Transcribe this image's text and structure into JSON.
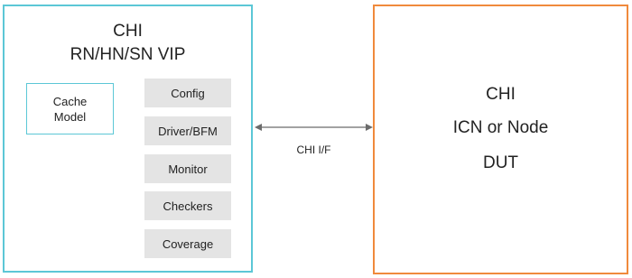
{
  "vip": {
    "title_line1": "CHI",
    "title_line2": "RN/HN/SN VIP",
    "cache_model": {
      "line1": "Cache",
      "line2": "Model"
    },
    "components": [
      "Config",
      "Driver/BFM",
      "Monitor",
      "Checkers",
      "Coverage"
    ]
  },
  "interface": {
    "label": "CHI I/F"
  },
  "dut": {
    "line1": "CHI",
    "line2": "ICN or Node",
    "line3": "DUT"
  },
  "colors": {
    "vip_border": "#5cc7d6",
    "dut_border": "#f08a3c",
    "component_fill": "#e4e4e4",
    "arrow": "#6b6b6b"
  }
}
